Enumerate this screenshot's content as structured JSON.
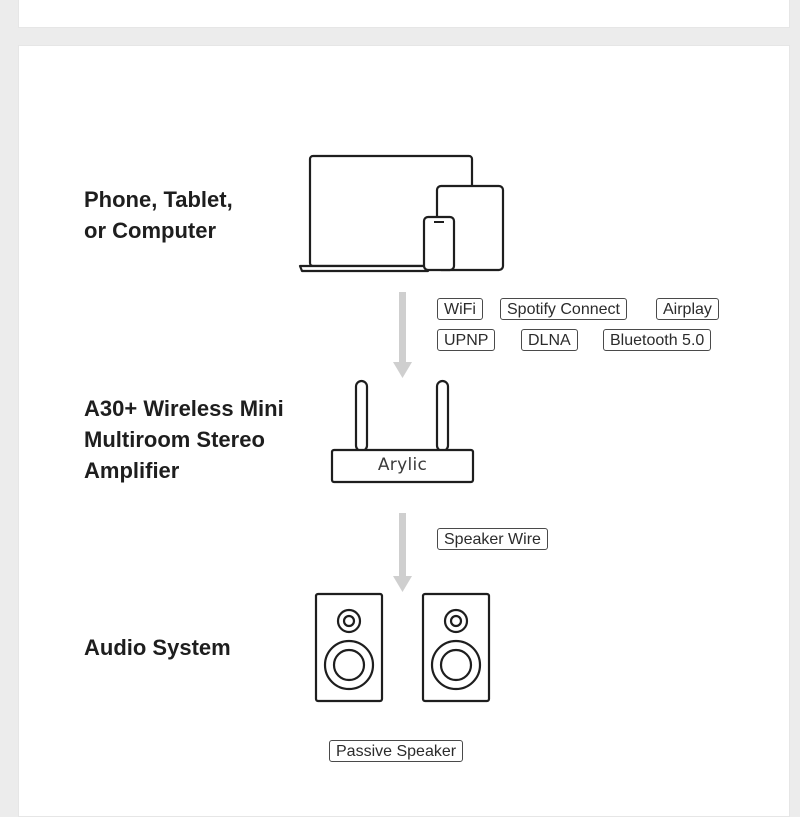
{
  "labels": {
    "source": [
      "Phone, Tablet,",
      "or Computer"
    ],
    "amplifier": [
      "A30+ Wireless Mini",
      "Multiroom Stereo",
      "Amplifier"
    ],
    "audio": [
      "Audio System"
    ]
  },
  "brand_logo": "Arylic",
  "connection_tags": {
    "row1": [
      "WiFi",
      "Spotify Connect",
      "Airplay"
    ],
    "row2": [
      "UPNP",
      "DLNA",
      "Bluetooth 5.0"
    ]
  },
  "speaker_wire_tag": "Speaker Wire",
  "passive_speaker_tag": "Passive Speaker",
  "colors": {
    "ink": "#1e1e1e",
    "arrow": "#cfcfcf",
    "card": "#ffffff",
    "background": "#ececec"
  }
}
